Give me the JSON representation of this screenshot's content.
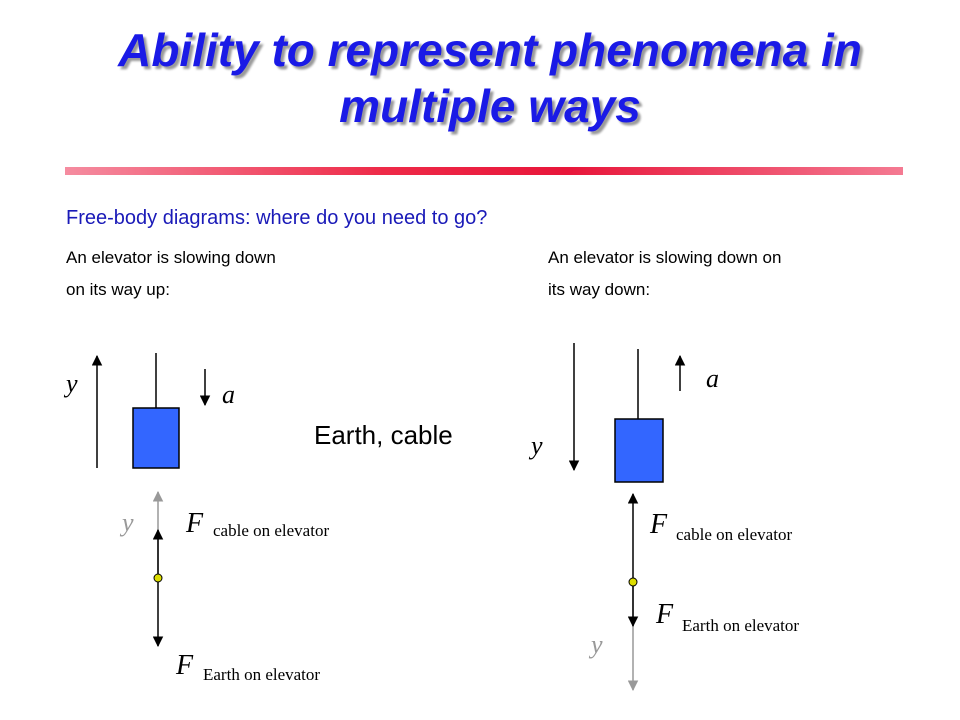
{
  "title": "Ability to represent phenomena in multiple ways",
  "subtitle": "Free-body diagrams: where do you need to go?",
  "left": {
    "line1": "An elevator is slowing down",
    "line2": "on its way up:",
    "axis_label": "y",
    "accel_label": "a",
    "fbd_axis_label": "y",
    "force_up_symbol": "F",
    "force_up_subscript": "cable on elevator",
    "force_down_symbol": "F",
    "force_down_subscript": "Earth on elevator"
  },
  "right": {
    "line1": "An elevator is slowing down on",
    "line2": "its way down:",
    "axis_label": "y",
    "accel_label": "a",
    "fbd_axis_label": "y",
    "force_up_symbol": "F",
    "force_up_subscript": "cable on elevator",
    "force_down_symbol": "F",
    "force_down_subscript": "Earth on elevator"
  },
  "center_label": "Earth, cable",
  "colors": {
    "title": "#1a1ae6",
    "box": "#3366ff",
    "dot": "#dddd00",
    "axis_gray": "#999999"
  }
}
